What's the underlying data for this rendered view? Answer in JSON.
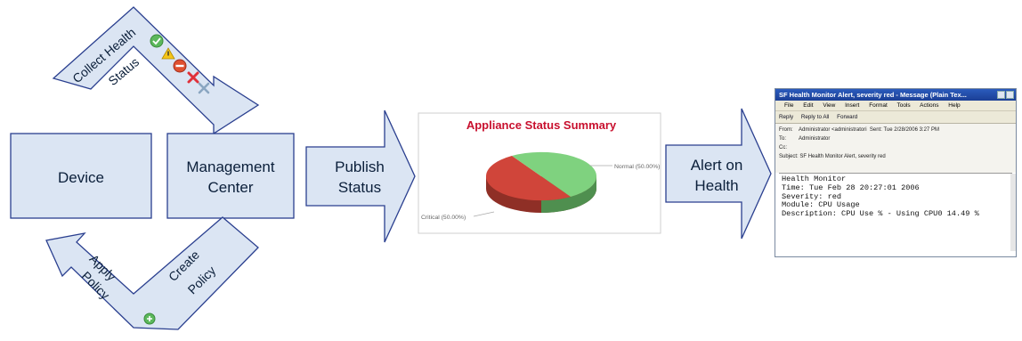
{
  "diagram": {
    "cycle_top_label": [
      "Collect Health",
      "Status"
    ],
    "cycle_bottom_labels": {
      "apply": [
        "Apply",
        "Policy"
      ],
      "create": [
        "Create",
        "Policy"
      ]
    },
    "boxes": {
      "device": "Device",
      "management_center": [
        "Management",
        "Center"
      ]
    },
    "arrows": {
      "publish": [
        "Publish",
        "Status"
      ],
      "alert": [
        "Alert on",
        "Health"
      ]
    },
    "colors": {
      "box_fill": "#dbe5f3",
      "box_stroke": "#2a3f8f",
      "ok_green": "#5cb85c",
      "warn_yellow": "#f5c518",
      "error_red": "#e05030",
      "close_red": "#e0303a",
      "tool_blue": "#8aa6c1"
    }
  },
  "chart_panel": {
    "chart_data": {
      "type": "pie",
      "title": "Appliance Status Summary",
      "slices": [
        {
          "label": "Normal (50.00%)",
          "value": 50.0,
          "color": "#7fd27f"
        },
        {
          "label": "Critical (50.00%)",
          "value": 50.0,
          "color": "#d0453a"
        }
      ]
    }
  },
  "email": {
    "title": "SF Health Monitor Alert, severity red - Message (Plain Tex...",
    "menu": [
      "File",
      "Edit",
      "View",
      "Insert",
      "Format",
      "Tools",
      "Actions",
      "Help"
    ],
    "toolbar": [
      "Reply",
      "Reply to All",
      "Forward"
    ],
    "from_label": "From:",
    "from_value": "Administrator <administratori",
    "sent_label": "Sent:",
    "sent_value": "Tue 2/28/2006 3:27 PM",
    "to_label": "To:",
    "to_value": "Administrator",
    "cc_label": "Cc:",
    "subject_label": "Subject:",
    "subject_value": "SF Health Monitor Alert, severity red",
    "body_lines": [
      "Health Monitor",
      "Time: Tue Feb 28 20:27:01 2006",
      "",
      "Severity: red",
      "Module: CPU Usage",
      "Description: CPU Use % - Using CPU0 14.49 %"
    ]
  }
}
